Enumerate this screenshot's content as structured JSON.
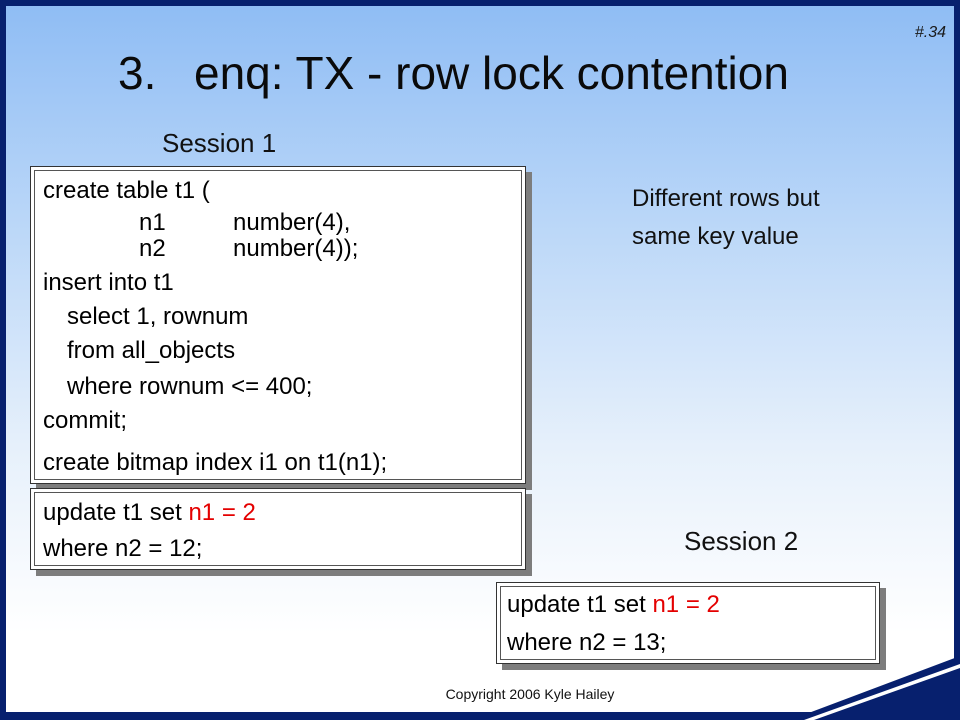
{
  "slide_number": "#.34",
  "title": {
    "number": "3.",
    "text": "enq: TX - row lock contention"
  },
  "session1_label": "Session 1",
  "session2_label": "Session 2",
  "note": {
    "line1": "Different rows but",
    "line2": "same key value"
  },
  "box1": {
    "line1": "create table t1 (",
    "col1_name": "n1",
    "col1_type": "number(4),",
    "col2_name": "n2",
    "col2_type": "number(4));",
    "line4": "insert into t1",
    "line5": "select 1, rownum",
    "line6": "from all_objects",
    "line7": "where rownum <= 400;",
    "line8": "commit;",
    "line9": "create bitmap index i1 on t1(n1);"
  },
  "box2": {
    "prefix": "update t1 set ",
    "highlight": "n1 = 2",
    "line2": "where n2 = 12;"
  },
  "box3": {
    "prefix": "update t1 set ",
    "highlight": "n1 = 2",
    "line2": "where n2 = 13;"
  },
  "copyright": "Copyright 2006 Kyle Hailey",
  "colors": {
    "frame": "#07206e",
    "highlight": "#e40000"
  }
}
